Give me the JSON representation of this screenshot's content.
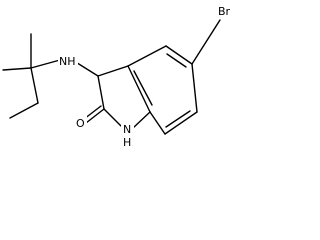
{
  "structure": {
    "atoms": {
      "br": "Br",
      "nh_amine": "NH",
      "o": "O",
      "nh_ring_n": "N",
      "nh_ring_h": "H"
    },
    "colors": {
      "bond": "#000000",
      "label": "#000000",
      "background": "#ffffff"
    }
  }
}
